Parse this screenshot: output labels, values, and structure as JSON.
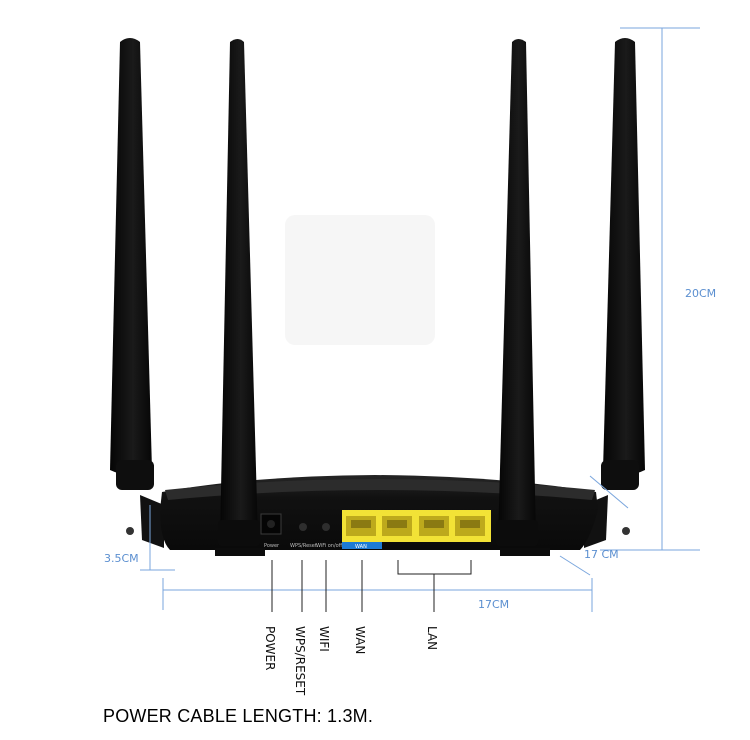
{
  "dimensions": {
    "height": "20CM",
    "depth": "17 CM",
    "width": "17CM",
    "side": "3.5CM"
  },
  "port_callouts": [
    "POWER",
    "WPS/RESET",
    "WIFI",
    "WAN",
    "LAN"
  ],
  "panel_labels": {
    "power": "Power",
    "wps": "WPS/Reset",
    "wifi": "WiFi on/off",
    "wan": "WAN"
  },
  "caption": "POWER CABLE LENGTH: 1.3M.",
  "colors": {
    "router_body": "#121212",
    "lan_ports": "#f2e236",
    "wan_band": "#1d7bd6",
    "dimension_lines": "#7aa6dd"
  }
}
